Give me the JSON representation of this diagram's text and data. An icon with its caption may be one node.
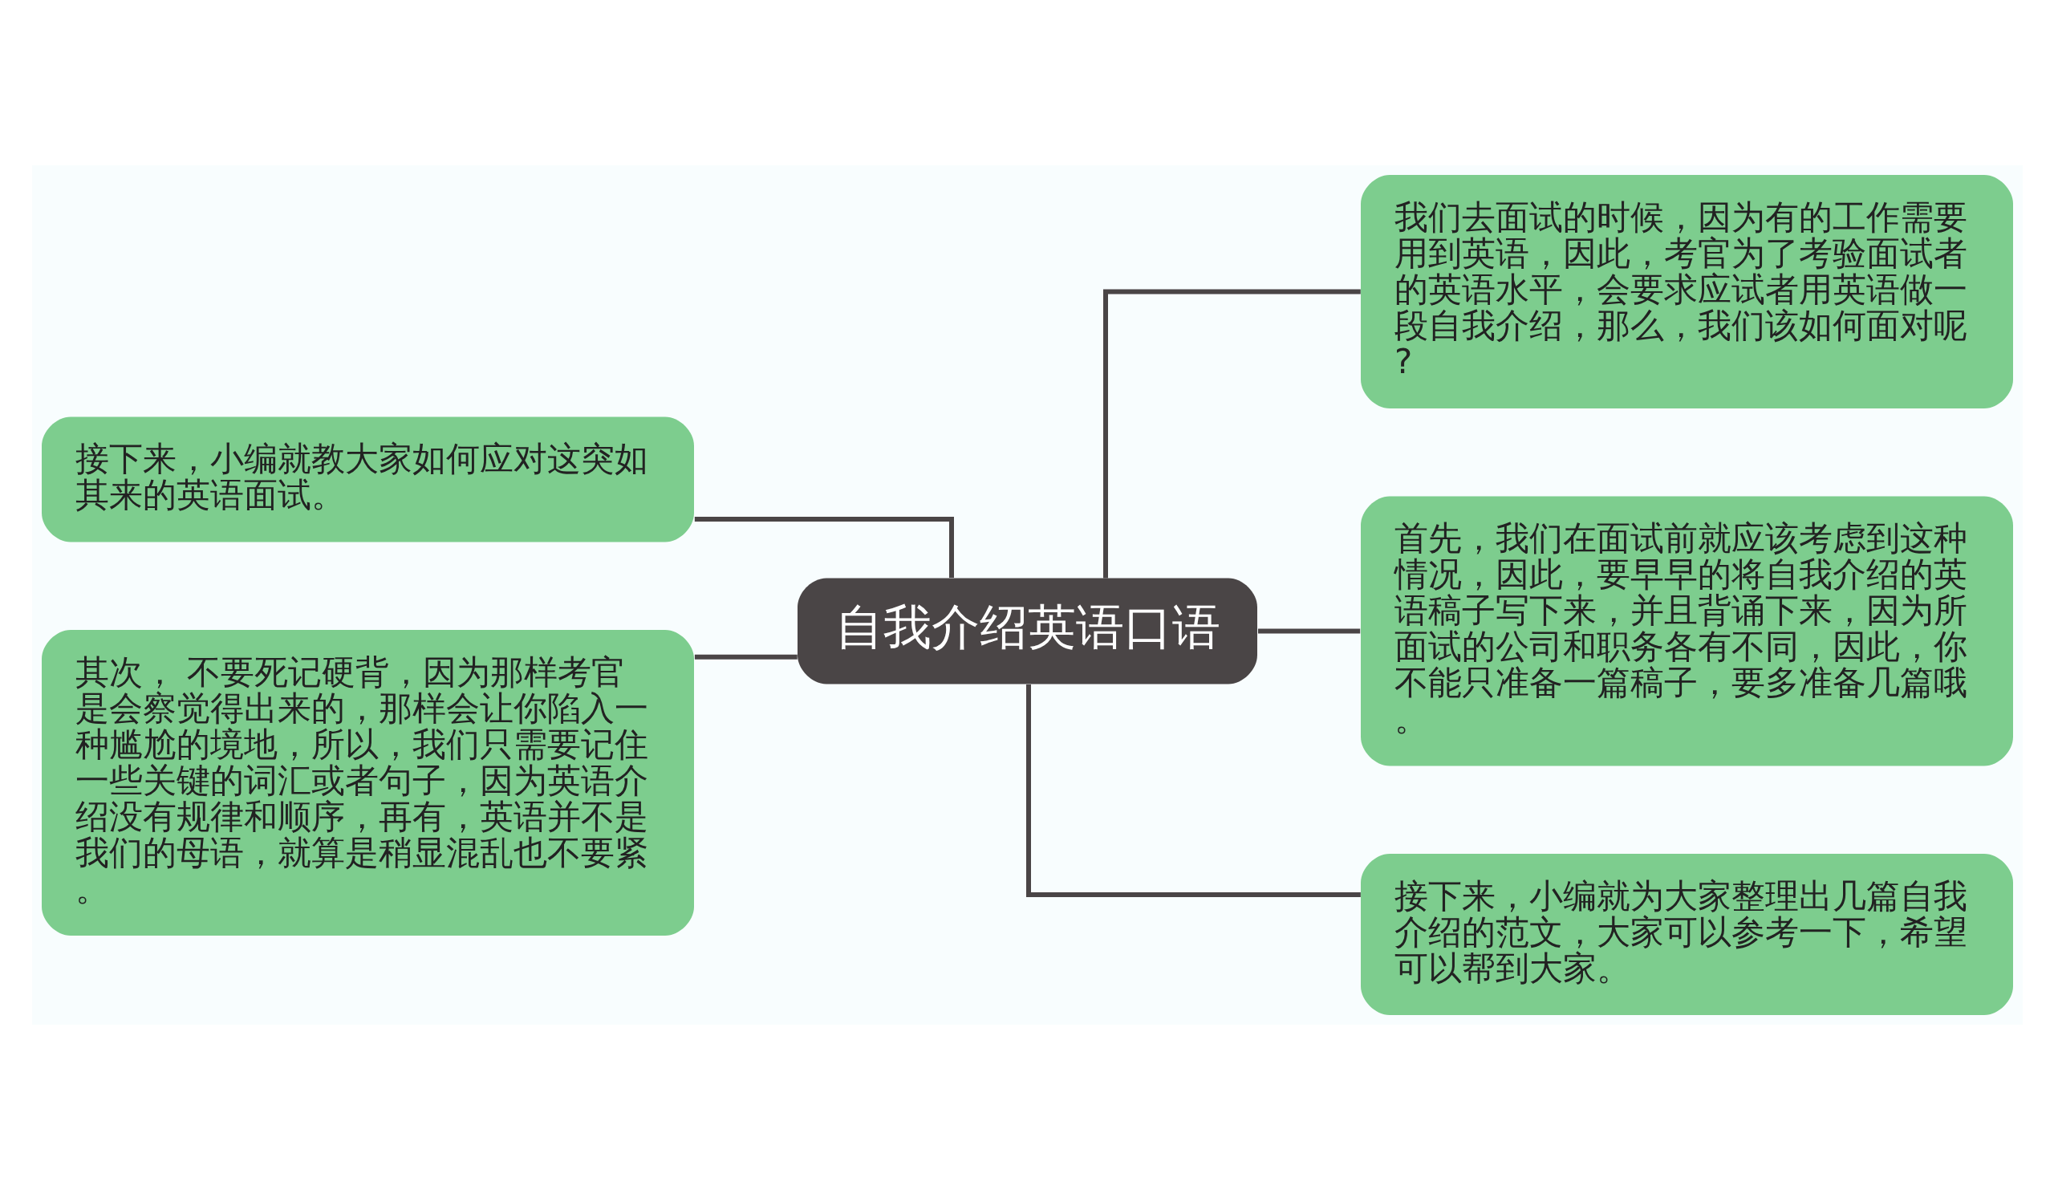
{
  "diagram": {
    "nodes": [
      {
        "text": [
          "自我介绍英语口语"
        ]
      },
      {
        "text": [
          "接下来，小编就教大家如何应对这突如其来的英语面试。"
        ]
      },
      {
        "text": [
          "其次， 不要死记硬背，因为那样考官是会察觉得出来的，那样会让你陷入一种尴尬的境地，所以，我们只需要记住一些关键的词汇或者句子，因为英语介绍没有规律和顺序，再有，英语并不是我们的母语，就算是稍显混乱也不要紧。"
        ]
      },
      {
        "text": [
          "我们去面试的时候，因为有的工作需要用到英语，因此，考官为了考验面试者的英语水平，会要求应试者用英语做一段自我介绍，那么，我们该如何面对呢?"
        ]
      },
      {
        "text": [
          "首先，我们在面试前就应该考虑到这种情况，因此，要早早的将自我介绍的英语稿子写下来，并且背诵下来，因为所面试的公司和职务各有不同，因此，你不能只准备一篇稿子，要多准备几篇哦。"
        ]
      },
      {
        "text": [
          "接下来，小编就为大家整理出几篇自我介绍的范文，大家可以参考一下，希望可以帮到大家。"
        ]
      }
    ],
    "edges": [
      {
        "from": 0,
        "to": 1,
        "arrow": "none"
      },
      {
        "from": 0,
        "to": 2,
        "arrow": "none"
      },
      {
        "from": 0,
        "to": 3,
        "arrow": "none"
      },
      {
        "from": 0,
        "to": 4,
        "arrow": "none"
      },
      {
        "from": 0,
        "to": 5,
        "arrow": "none"
      }
    ]
  }
}
